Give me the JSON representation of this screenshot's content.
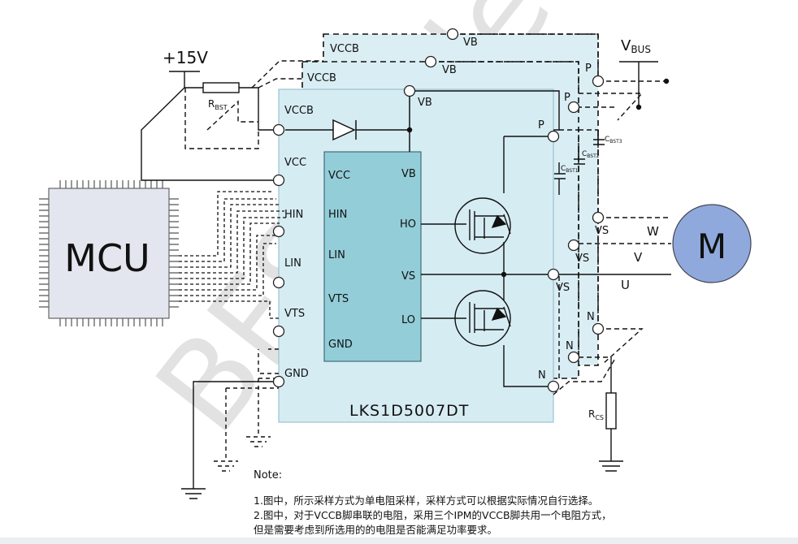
{
  "labels": {
    "v15": "+15V",
    "rbst_main": "R",
    "rbst_sub": "BST",
    "vbus_main": "V",
    "vbus_sub": "BUS",
    "mcu": "MCU",
    "motor": "M",
    "chip_name": "LKS1D5007DT",
    "w": "W",
    "v": "V",
    "u": "U",
    "rcs_main": "R",
    "rcs_sub": "CS",
    "cbst_main": "C",
    "cbst1_sub": "BST1",
    "cbst2_sub": "BST2",
    "cbst3_sub": "BST3"
  },
  "ipm_pins_left": [
    "VCCB",
    "VCC",
    "HIN",
    "LIN",
    "VTS",
    "GND"
  ],
  "ipm_pins_right": [
    "VB",
    "P",
    "VS",
    "N"
  ],
  "driver_pins_left": [
    "VCC",
    "HIN",
    "LIN",
    "VTS",
    "GND"
  ],
  "driver_pins_right": [
    "VB",
    "HO",
    "VS",
    "LO"
  ],
  "layer_labels": {
    "vccb_mid": "VCCB",
    "vccb_back": "VCCB",
    "vb_mid": "VB",
    "vb_back": "VB",
    "p_mid": "P",
    "p_back": "P",
    "vs_mid": "VS",
    "vs_back": "VS",
    "n_mid": "N",
    "n_back": "N"
  },
  "notes": {
    "title": "Note:",
    "line1": "1.图中，所示采样方式为单电阻采样，采样方式可以根据实际情况自行选择。",
    "line2": "2.图中，对于VCCB脚串联的电阻，采用三个IPM的VCCB脚共用一个电阻方式，",
    "line3": "但是需要考虑到所选用的的电阻是否能满足功率要求。"
  },
  "watermark": "BFSO file",
  "colors": {
    "ipm_fill": "#d6ecf3",
    "driver_fill": "#93cdd8",
    "motor_fill": "#8fa9dc",
    "mcu_fill": "#e4e6ef",
    "line": "#111111"
  }
}
